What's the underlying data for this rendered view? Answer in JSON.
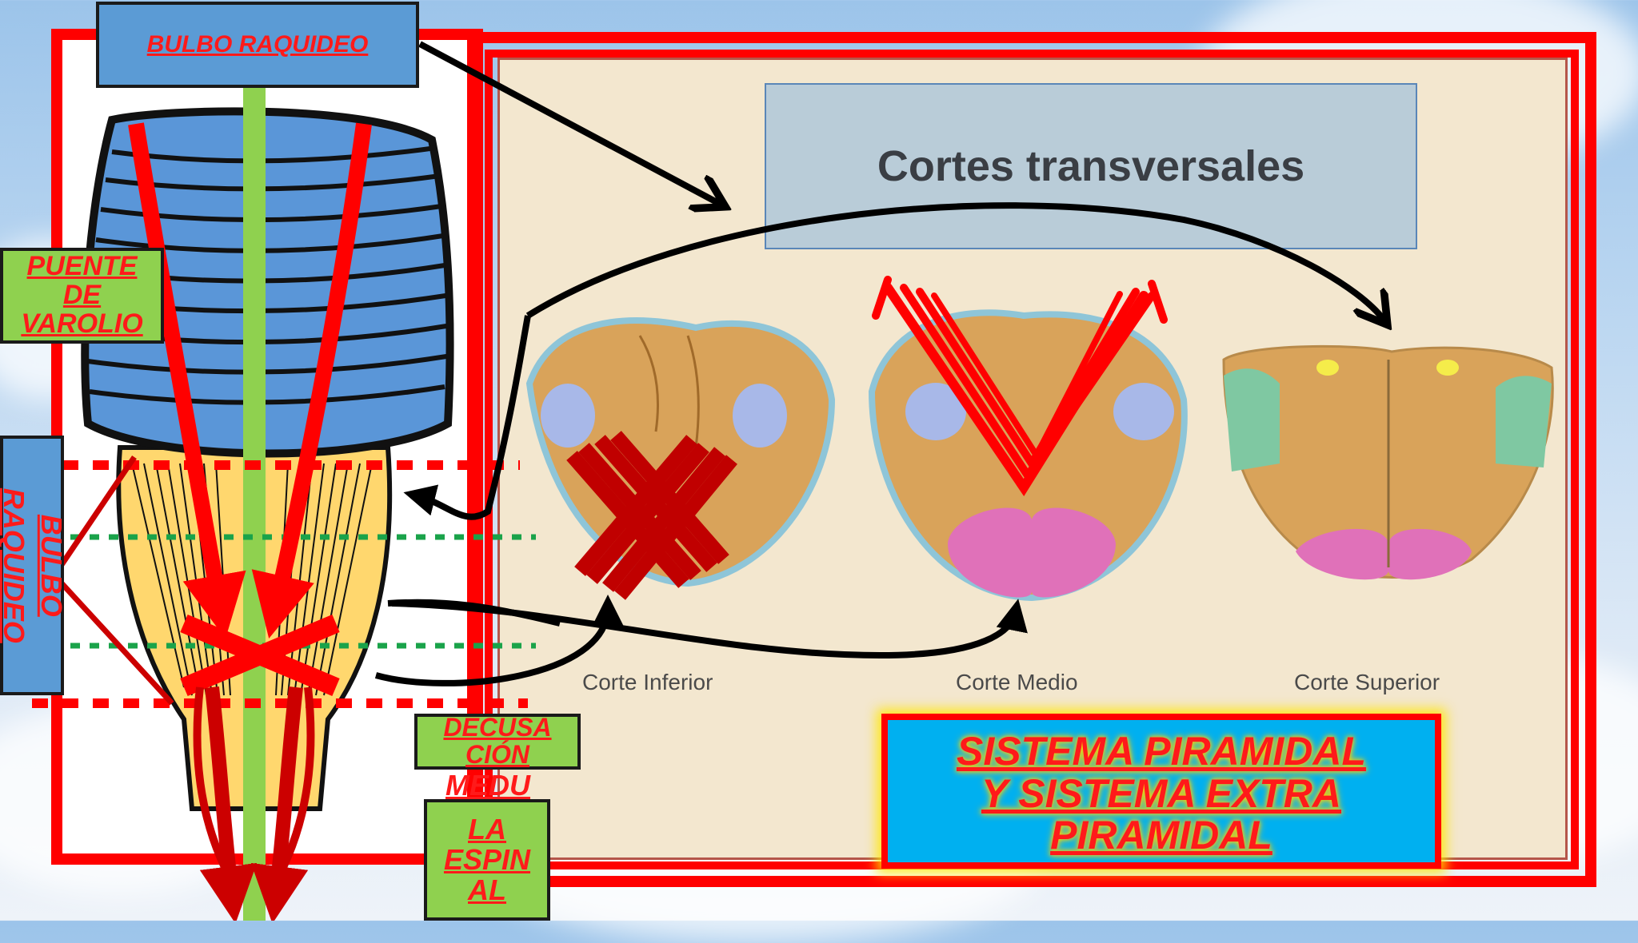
{
  "slide": {
    "title_lines": [
      "SISTEMA PIRAMIDAL",
      "Y SISTEMA EXTRA",
      "PIRAMIDAL"
    ],
    "panel_title": "Cortes transversales"
  },
  "labels": {
    "bulbo_top": "BULBO RAQUIDEO",
    "puente": [
      "PUENTE",
      "DE",
      "VAROLIO"
    ],
    "bulbo_side": "BULBO RAQUIDEO",
    "decusacion": [
      "DECUSA",
      "CIÓN"
    ],
    "medula": [
      "MEDU",
      "LA",
      "ESPIN",
      "AL"
    ]
  },
  "sections": {
    "inferior": "Corte Inferior",
    "medio": "Corte Medio",
    "superior": "Corte Superior"
  },
  "colors": {
    "accent_red": "#ff0000",
    "label_blue": "#5b9bd5",
    "label_green": "#8fd14f",
    "title_box": "#00b0f0",
    "panel_bg": "#f3e7cf"
  }
}
